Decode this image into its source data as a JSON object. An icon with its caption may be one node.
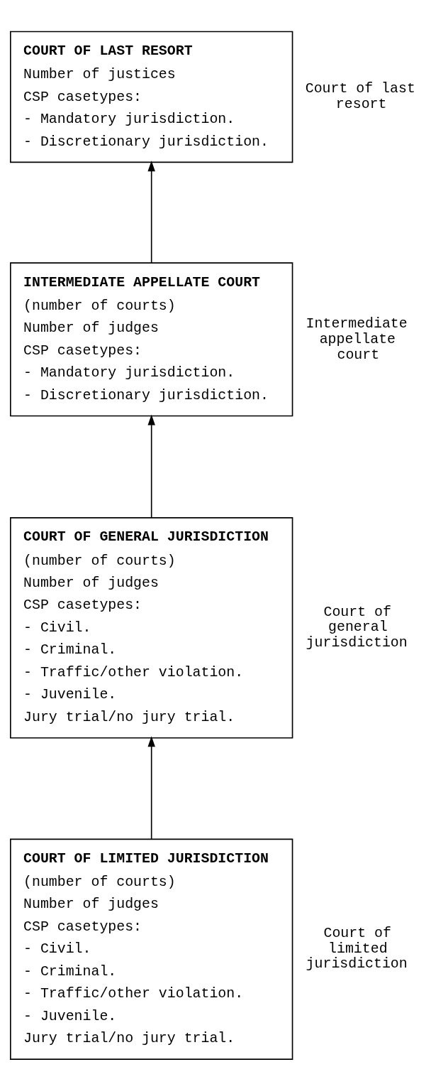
{
  "diagram": {
    "nodes": [
      {
        "text": [
          "COURT OF LAST RESORT",
          "Number of justices",
          "CSP casetypes:",
          "- Mandatory jurisdiction.",
          "- Discretionary jurisdiction."
        ],
        "beside": [
          "Court of last resort"
        ]
      },
      {
        "text": [
          "INTERMEDIATE APPELLATE COURT",
          "(number of courts)",
          "Number of judges",
          "CSP casetypes:",
          "- Mandatory jurisdiction.",
          "- Discretionary jurisdiction."
        ],
        "beside": [
          "Intermediate appellate court"
        ]
      },
      {
        "text": [
          "COURT OF GENERAL JURISDICTION",
          "(number of courts)",
          "Number of judges",
          "CSP casetypes:",
          "- Civil.",
          "- Criminal.",
          "- Traffic/other violation.",
          "- Juvenile.",
          "Jury trial/no jury trial."
        ],
        "beside": [
          "Court of general jurisdiction"
        ]
      },
      {
        "text": [
          "COURT OF LIMITED JURISDICTION",
          "(number of courts)",
          "Number of judges",
          "CSP casetypes:",
          "- Civil.",
          "- Criminal.",
          "- Traffic/other violation.",
          "- Juvenile.",
          "Jury trial/no jury trial."
        ],
        "beside": [
          "Court of limited jurisdiction"
        ]
      }
    ],
    "edges": [
      {
        "from": 1,
        "to": 0,
        "arrow": "to"
      },
      {
        "from": 2,
        "to": 1,
        "arrow": "to"
      },
      {
        "from": 3,
        "to": 2,
        "arrow": "to"
      }
    ]
  }
}
